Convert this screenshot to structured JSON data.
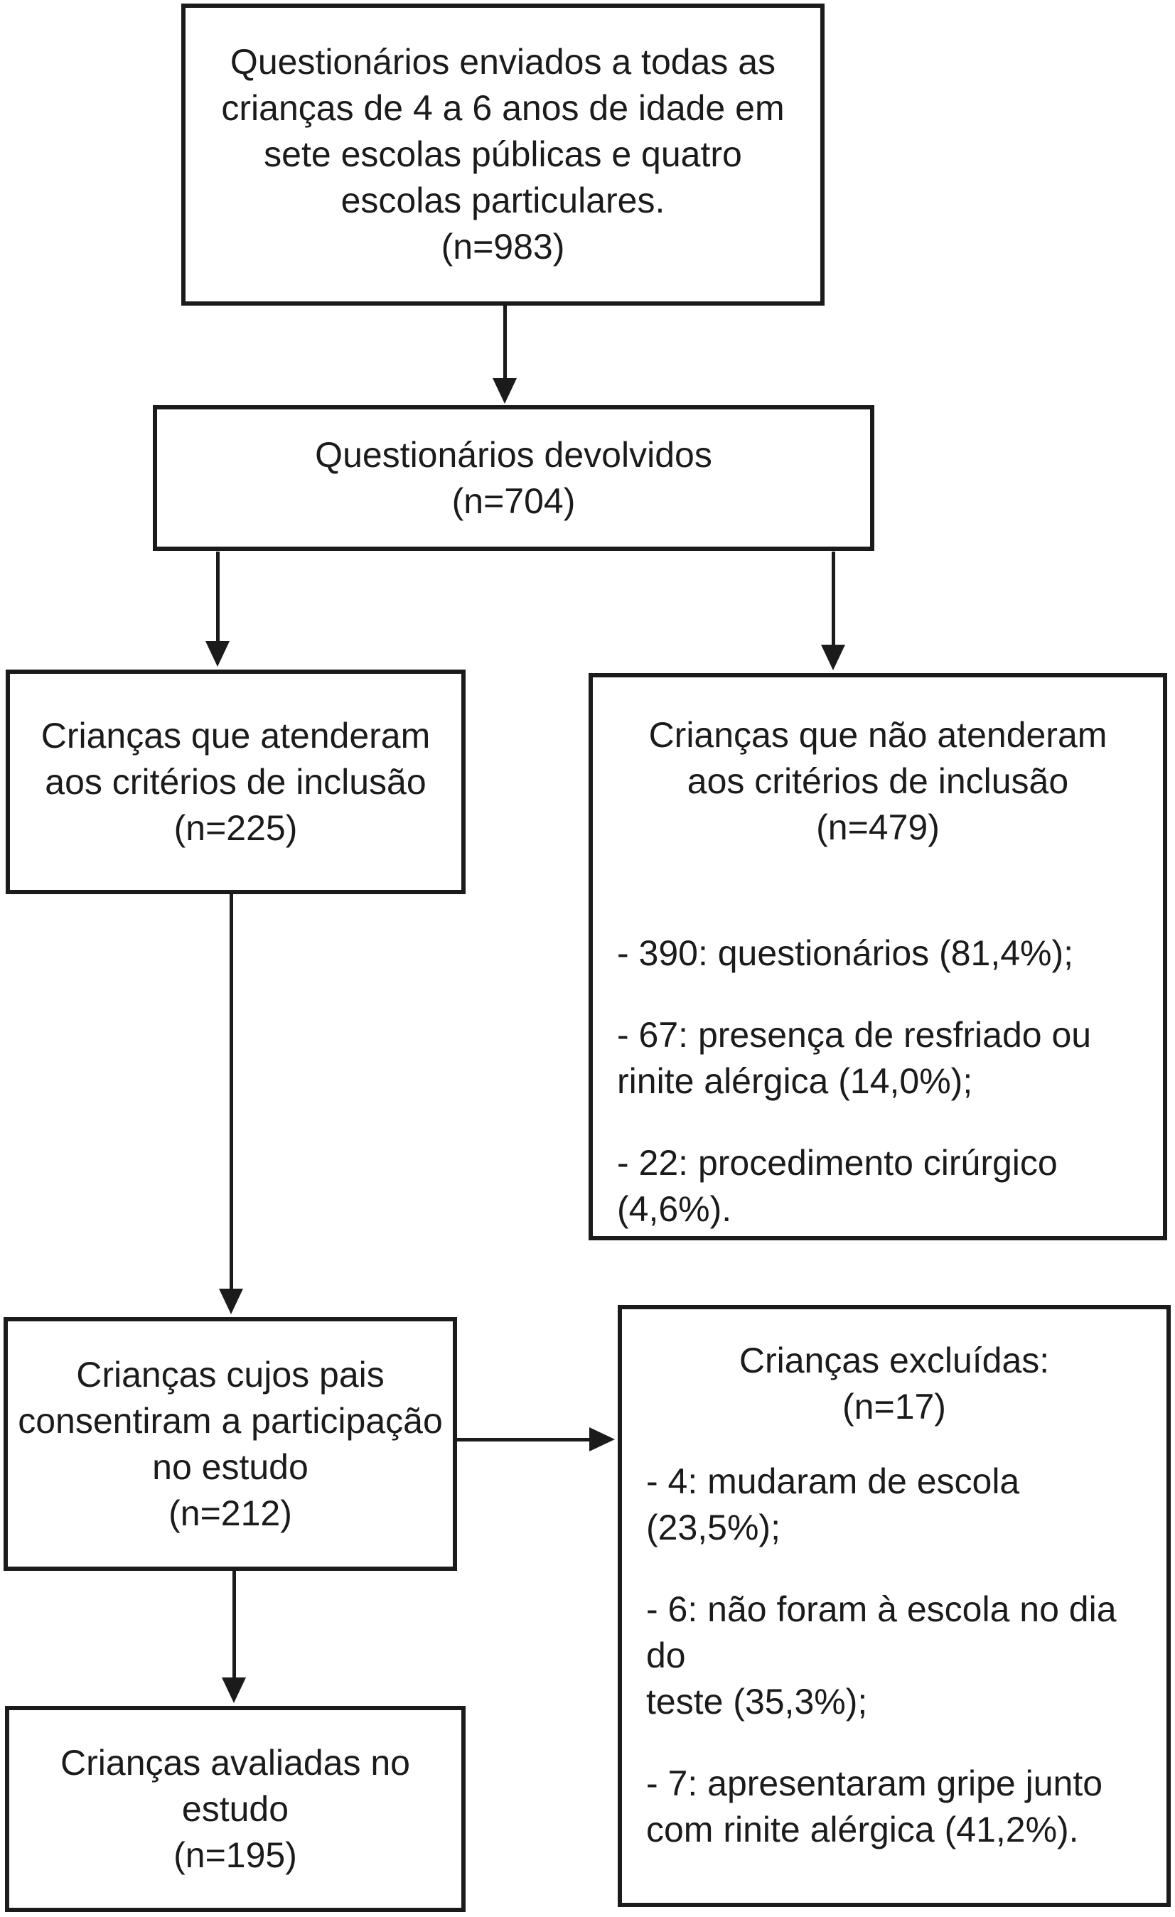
{
  "flowchart": {
    "box1": {
      "text": "Questionários enviados a todas as\ncrianças de 4 a 6 anos de idade em\nsete escolas públicas e quatro\nescolas particulares.",
      "count": "(n=983)"
    },
    "box2": {
      "text": "Questionários devolvidos",
      "count": "(n=704)"
    },
    "box3": {
      "text": "Crianças que atenderam\naos critérios de inclusão",
      "count": "(n=225)"
    },
    "box4": {
      "text": "Crianças que não atenderam\naos critérios de inclusão",
      "count": "(n=479)",
      "bullets": [
        "- 390: questionários (81,4%);",
        "- 67: presença de resfriado ou\nrinite alérgica (14,0%);",
        "- 22: procedimento cirúrgico\n(4,6%)."
      ]
    },
    "box5": {
      "text": "Crianças cujos pais\nconsentiram a participação\nno estudo",
      "count": "(n=212)"
    },
    "box6": {
      "text": "Crianças excluídas:",
      "count": "(n=17)",
      "bullets": [
        "- 4: mudaram de escola (23,5%);",
        "- 6: não foram à escola no dia do\nteste (35,3%);",
        "- 7: apresentaram gripe junto\ncom rinite alérgica (41,2%)."
      ]
    },
    "box7": {
      "text": "Crianças avaliadas no\nestudo",
      "count": "(n=195)"
    }
  },
  "colors": {
    "line": "#1b1b1b",
    "background": "#ffffff",
    "text": "#1b1b1b"
  }
}
